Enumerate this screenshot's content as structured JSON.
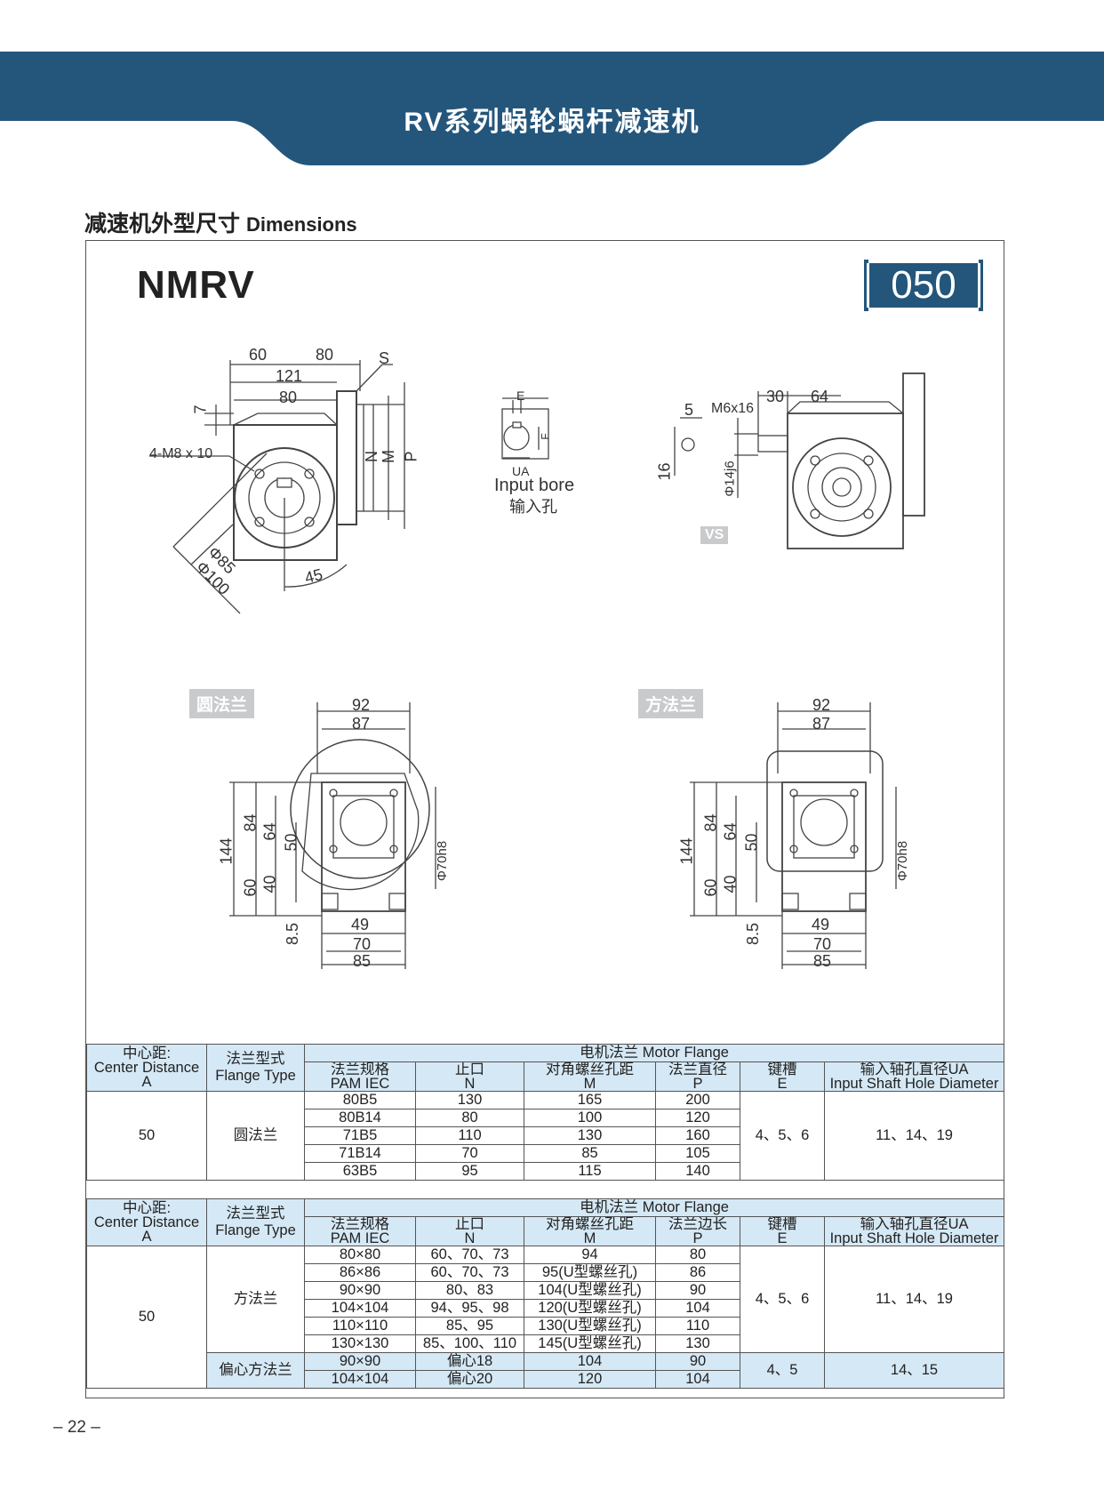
{
  "header": {
    "title": "RV系列蜗轮蜗杆减速机"
  },
  "section": {
    "title_cn": "减速机外型尺寸",
    "title_en": "Dimensions"
  },
  "model": {
    "name": "NMRV",
    "size": "050"
  },
  "colors": {
    "brand_blue": "#24567c",
    "table_header": "#d5e8f5"
  },
  "drawing_top": {
    "dims": [
      "60",
      "80",
      "121",
      "80",
      "7",
      "S",
      "N",
      "M",
      "P",
      "4-M8 x 10",
      "Φ85",
      "Φ100",
      "45"
    ],
    "input_bore": {
      "dims": [
        "E",
        "F",
        "UA"
      ],
      "label_en": "Input bore",
      "label_cn": "输入孔"
    },
    "vs": {
      "dims": [
        "5",
        "M6x16",
        "30",
        "64",
        "16",
        "Φ14j6"
      ],
      "tag": "VS"
    }
  },
  "drawing_round": {
    "tag": "圆法兰",
    "dims": [
      "92",
      "87",
      "144",
      "84",
      "64",
      "50",
      "60",
      "40",
      "8.5",
      "Φ70h8",
      "49",
      "70",
      "85"
    ]
  },
  "drawing_square": {
    "tag": "方法兰",
    "dims": [
      "92",
      "87",
      "144",
      "84",
      "64",
      "50",
      "60",
      "40",
      "8.5",
      "Φ70h8",
      "49",
      "70",
      "85"
    ]
  },
  "table1": {
    "h_center": [
      "中心距:",
      "Center Distance",
      "A"
    ],
    "h_flange_type": [
      "法兰型式",
      "Flange Type"
    ],
    "h_motor_flange": "电机法兰 Motor Flange",
    "h_pam": [
      "法兰规格",
      "PAM IEC"
    ],
    "h_n": [
      "止口",
      "N"
    ],
    "h_m": [
      "对角螺丝孔距",
      "M"
    ],
    "h_p": [
      "法兰直径",
      "P"
    ],
    "h_e": [
      "键槽",
      "E"
    ],
    "h_ua": [
      "输入轴孔直径UA",
      "Input Shaft Hole Diameter"
    ],
    "center": "50",
    "flange_type": "圆法兰",
    "rows": [
      [
        "80B5",
        "130",
        "165",
        "200"
      ],
      [
        "80B14",
        "80",
        "100",
        "120"
      ],
      [
        "71B5",
        "110",
        "130",
        "160"
      ],
      [
        "71B14",
        "70",
        "85",
        "105"
      ],
      [
        "63B5",
        "95",
        "115",
        "140"
      ]
    ],
    "key": "4、5、6",
    "ua": "11、14、19"
  },
  "table2": {
    "h_center": [
      "中心距:",
      "Center Distance",
      "A"
    ],
    "h_flange_type": [
      "法兰型式",
      "Flange Type"
    ],
    "h_motor_flange": "电机法兰 Motor Flange",
    "h_pam": [
      "法兰规格",
      "PAM IEC"
    ],
    "h_n": [
      "止口",
      "N"
    ],
    "h_m": [
      "对角螺丝孔距",
      "M"
    ],
    "h_p": [
      "法兰边长",
      "P"
    ],
    "h_e": [
      "键槽",
      "E"
    ],
    "h_ua": [
      "输入轴孔直径UA",
      "Input Shaft Hole Diameter"
    ],
    "center": "50",
    "type_square": "方法兰",
    "rows_square": [
      [
        "80×80",
        "60、70、73",
        "94",
        "80"
      ],
      [
        "86×86",
        "60、70、73",
        "95(U型螺丝孔)",
        "86"
      ],
      [
        "90×90",
        "80、83",
        "104(U型螺丝孔)",
        "90"
      ],
      [
        "104×104",
        "94、95、98",
        "120(U型螺丝孔)",
        "104"
      ],
      [
        "110×110",
        "85、95",
        "130(U型螺丝孔)",
        "110"
      ],
      [
        "130×130",
        "85、100、110",
        "145(U型螺丝孔)",
        "130"
      ]
    ],
    "key_square": "4、5、6",
    "ua_square": "11、14、19",
    "type_eccentric": "偏心方法兰",
    "rows_eccentric": [
      [
        "90×90",
        "偏心18",
        "104",
        "90"
      ],
      [
        "104×104",
        "偏心20",
        "120",
        "104"
      ]
    ],
    "key_eccentric": "4、5",
    "ua_eccentric": "14、15"
  },
  "footer": {
    "page": "– 22 –"
  }
}
